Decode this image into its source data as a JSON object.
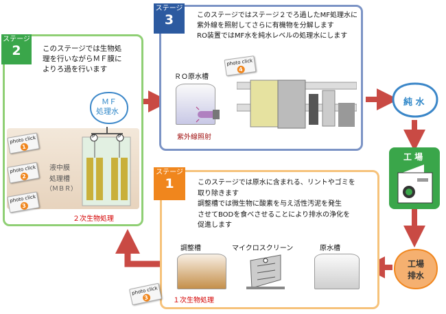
{
  "colors": {
    "stage1": "#f0861d",
    "stage2": "#3aa64a",
    "stage3": "#2c5aa0",
    "panel_border_blue": "#7b93c5",
    "panel_border_green": "#8fcf74",
    "panel_border_orange": "#f6c27a",
    "arrow": "#c94a44",
    "brand_blue": "#2d86c8"
  },
  "stage1": {
    "badge_small": "ステージ",
    "badge_num": "1",
    "description": "このステージでは原水に含まれる、リントやゴミを\n取り除きます\n調整槽では微生物に酸素を与え活性汚泥を発生\nさせてBODを食べさせることにより排水の浄化を\n促進します",
    "tank_chosei": "調整槽",
    "micro_screen": "マイクロスクリーン",
    "raw_tank": "原水槽",
    "primary_bio": "１次生物処理",
    "photo_label": "photo click",
    "photo_num": "3"
  },
  "stage2": {
    "badge_small": "ステージ",
    "badge_num": "2",
    "description": "このステージでは生物処\n理を行いながらＭＦ膜に\nよりろ過を行います",
    "mf_line1": "ＭＦ",
    "mf_line2": "処理水",
    "mbr_line1": "液中膜",
    "mbr_line2": "処理槽",
    "mbr_line3": "（ＭＢＲ）",
    "secondary_bio": "２次生物処理",
    "photos": [
      {
        "label": "photo click",
        "num": "1"
      },
      {
        "label": "photo click",
        "num": "2"
      },
      {
        "label": "photo click",
        "num": "3"
      }
    ],
    "pump_mark": "P"
  },
  "stage3": {
    "badge_small": "ステージ",
    "badge_num": "3",
    "description": "このステージではステージ２でろ過したMF処理水に\n紫外線を照射してさらに有機物を分解します\nRO装置ではMF水を純水レベルの処理水にします",
    "ro_tank": "ＲＯ原水槽",
    "uv": "紫外線照射",
    "photo_label": "photo click",
    "photo_num": "4"
  },
  "pure_water": "純 水",
  "factory": "工 場",
  "factory_waste_line1": "工場",
  "factory_waste_line2": "排水"
}
